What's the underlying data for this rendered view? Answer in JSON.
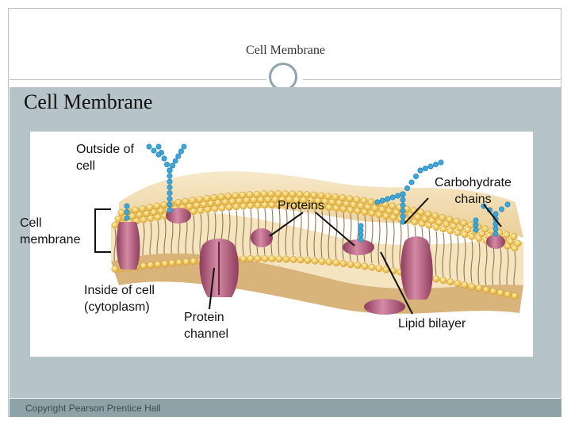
{
  "header": {
    "title": "Cell Membrane"
  },
  "slide": {
    "title": "Cell Membrane"
  },
  "labels": {
    "outside": "Outside of\ncell",
    "cell_membrane": "Cell\nmembrane",
    "inside": "Inside of cell\n(cytoplasm)",
    "protein_channel": "Protein\nchannel",
    "proteins": "Proteins",
    "carbohydrate": "Carbohydrate\nchains",
    "lipid_bilayer": "Lipid bilayer"
  },
  "footer": {
    "copyright": "Copyright Pearson Prentice Hall"
  },
  "colors": {
    "lipid_head": "#f2c94c",
    "lipid_head_edge": "#c9962a",
    "protein": "#b85b7a",
    "carbohydrate": "#3ea6d8",
    "membrane_top": "#f3dcae",
    "accent": "#8ea3a8"
  }
}
